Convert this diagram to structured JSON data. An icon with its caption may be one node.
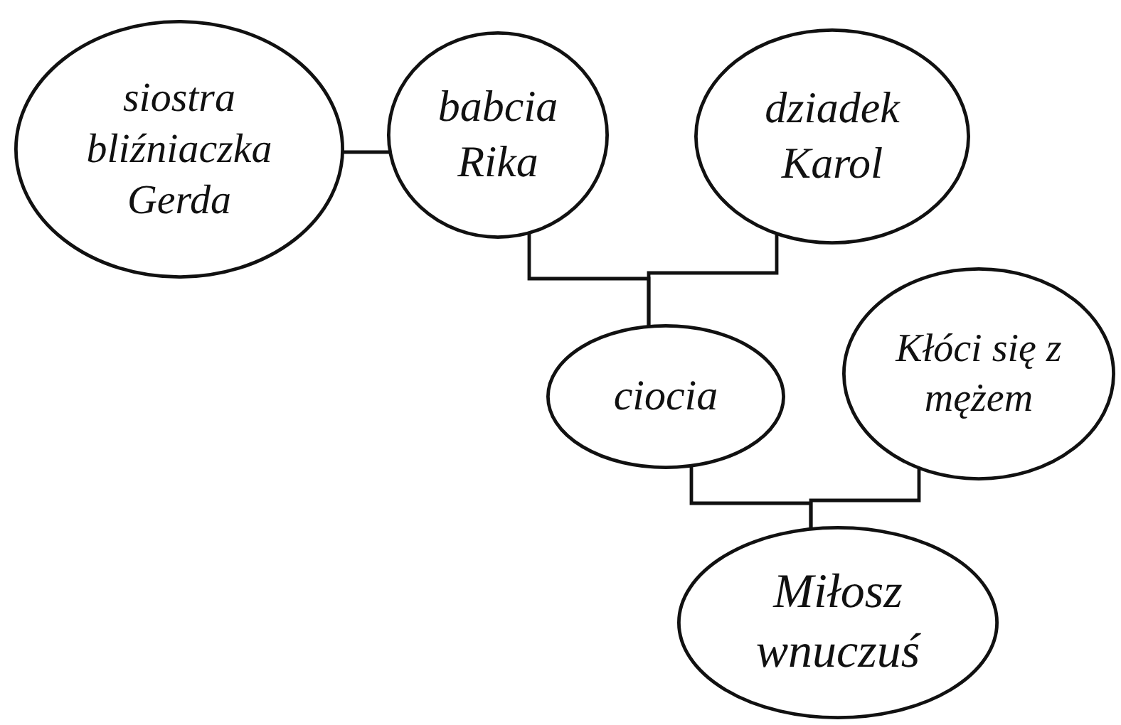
{
  "diagram": {
    "nodes": [
      {
        "text": [
          "siostra bliźniaczka Gerda"
        ]
      },
      {
        "text": [
          "babcia Rika"
        ]
      },
      {
        "text": [
          "dziadek Karol"
        ]
      },
      {
        "text": [
          "ciocia"
        ]
      },
      {
        "text": [
          "Kłóci się z mężem"
        ]
      },
      {
        "text": [
          "Miłosz wnuczuś"
        ]
      }
    ],
    "edges": [
      {
        "from": 0,
        "to": 1,
        "arrow": "none"
      },
      {
        "from": 1,
        "to": 3,
        "arrow": "none"
      },
      {
        "from": 2,
        "to": 3,
        "arrow": "none"
      },
      {
        "from": 3,
        "to": 5,
        "arrow": "none"
      },
      {
        "from": 4,
        "to": 5,
        "arrow": "none"
      }
    ]
  }
}
